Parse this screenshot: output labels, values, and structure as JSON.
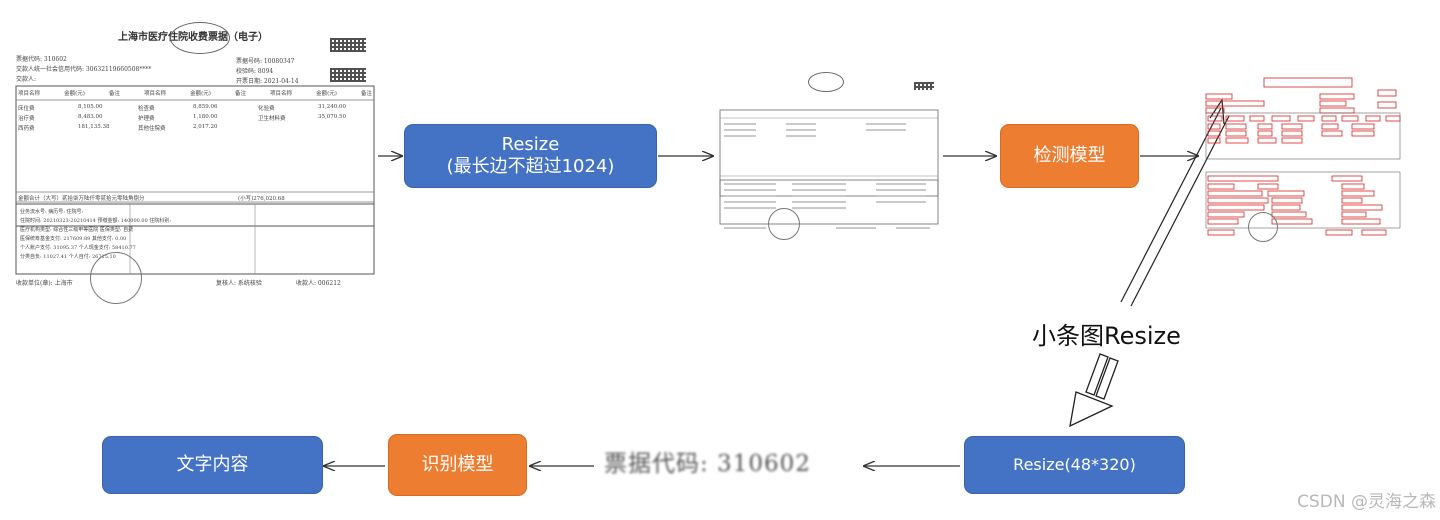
{
  "flow": {
    "resize_label": "Resize",
    "resize_sub": "(最长边不超过1024)",
    "detect_label": "检测模型",
    "small_resize_label": "小条图Resize",
    "resize_48_label": "Resize(48*320)",
    "recognize_label": "识别模型",
    "text_content_label": "文字内容",
    "crop_text": "票据代码: 310602"
  },
  "invoice": {
    "title": "上海市医疗住院收费票据（电子）",
    "code_line": "票据代码: 310602",
    "number_line": "票据号码: 10080347",
    "payer_line": "交款人统一社会信用代码: 30632119660508****",
    "check_line": "校验码: 8094",
    "payee_line": "交款人:",
    "date_line": "开票日期: 2021-04-14",
    "table_headers": [
      "项目名称",
      "金额(元)",
      "备注",
      "项目名称",
      "金额(元)",
      "备注",
      "项目名称",
      "金额(元)",
      "备注"
    ],
    "rows": [
      [
        "床位费",
        "8,105.00",
        "检查费",
        "8,859.06",
        "化验费",
        "31,240.00"
      ],
      [
        "治疗费",
        "8,483.00",
        "护理费",
        "1,180.00",
        "卫生材料费",
        "35,070.50"
      ],
      [
        "西药费",
        "181,135.38",
        "其他住院费",
        "2,017.20",
        "",
        ""
      ]
    ],
    "total_line": "金额合计（大写）贰拾柒万陆仟零贰拾元零陆角捌分",
    "total_small": "(小写)276,020.68",
    "info_lines": [
      "业务流水号: 病历号: 住院号:",
      "住院时间: 20210323-20210414 预缴金额: 140000.00 住院科别:",
      "医疗机构类型: 综合性三级甲等医院 医保类型: 自费",
      "医保统筹基金支付: 217609.89 其他支付: 0.00",
      "个人账户支付: 31095.37 个人现金支付: 58410.77",
      "分类自负: 11027.41 个人自付: 26715.10"
    ],
    "footer_left": "收款单位(章): 上海市",
    "footer_mid": "复核人: 系统核验",
    "footer_right": "收款人: 006212"
  },
  "watermark": "CSDN @灵海之森",
  "colors": {
    "blue": "#4472c4",
    "orange": "#ed7d31",
    "arrow": "#333333",
    "detect_box": "#d62020"
  }
}
